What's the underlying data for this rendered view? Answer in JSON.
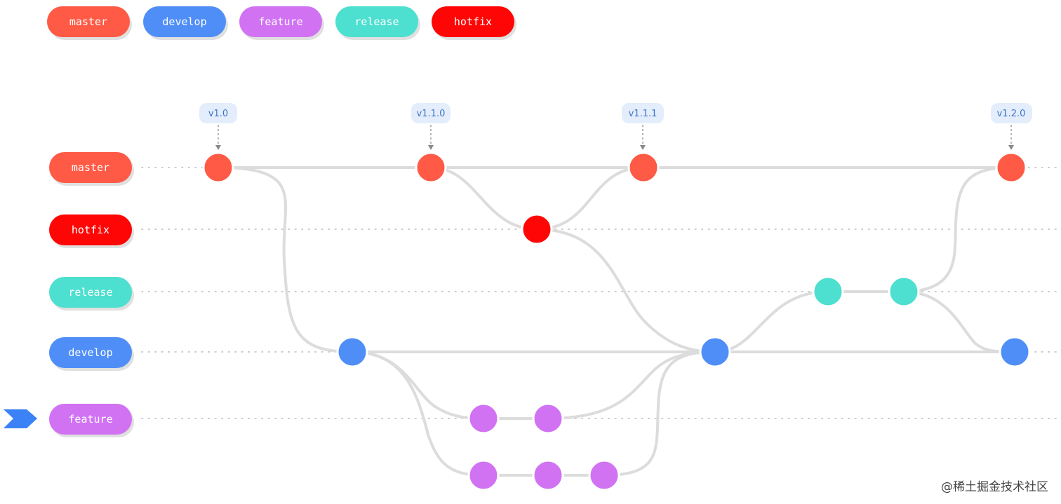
{
  "colors": {
    "master": "#ff5a45",
    "develop": "#4f8ef7",
    "feature": "#d172f3",
    "release": "#4ddfcf",
    "hotfix": "#ff0606",
    "line": "#dcdcdc",
    "tag_bg": "#e3edfc",
    "tag_text": "#3f75c4",
    "arrow": "#3b82f6"
  },
  "legend": [
    {
      "label": "master",
      "color": "#ff5a45"
    },
    {
      "label": "develop",
      "color": "#4f8ef7"
    },
    {
      "label": "feature",
      "color": "#d172f3"
    },
    {
      "label": "release",
      "color": "#4ddfcf"
    },
    {
      "label": "hotfix",
      "color": "#ff0606"
    }
  ],
  "rows": [
    {
      "label": "master",
      "color": "#ff5a45"
    },
    {
      "label": "hotfix",
      "color": "#ff0606"
    },
    {
      "label": "release",
      "color": "#4ddfcf"
    },
    {
      "label": "develop",
      "color": "#4f8ef7"
    },
    {
      "label": "feature",
      "color": "#d172f3"
    }
  ],
  "tags": [
    "v1.0",
    "v1.1.0",
    "v1.1.1",
    "v1.2.0"
  ],
  "current_branch_indicator": "feature",
  "watermark": "@稀土掘金技术社区"
}
